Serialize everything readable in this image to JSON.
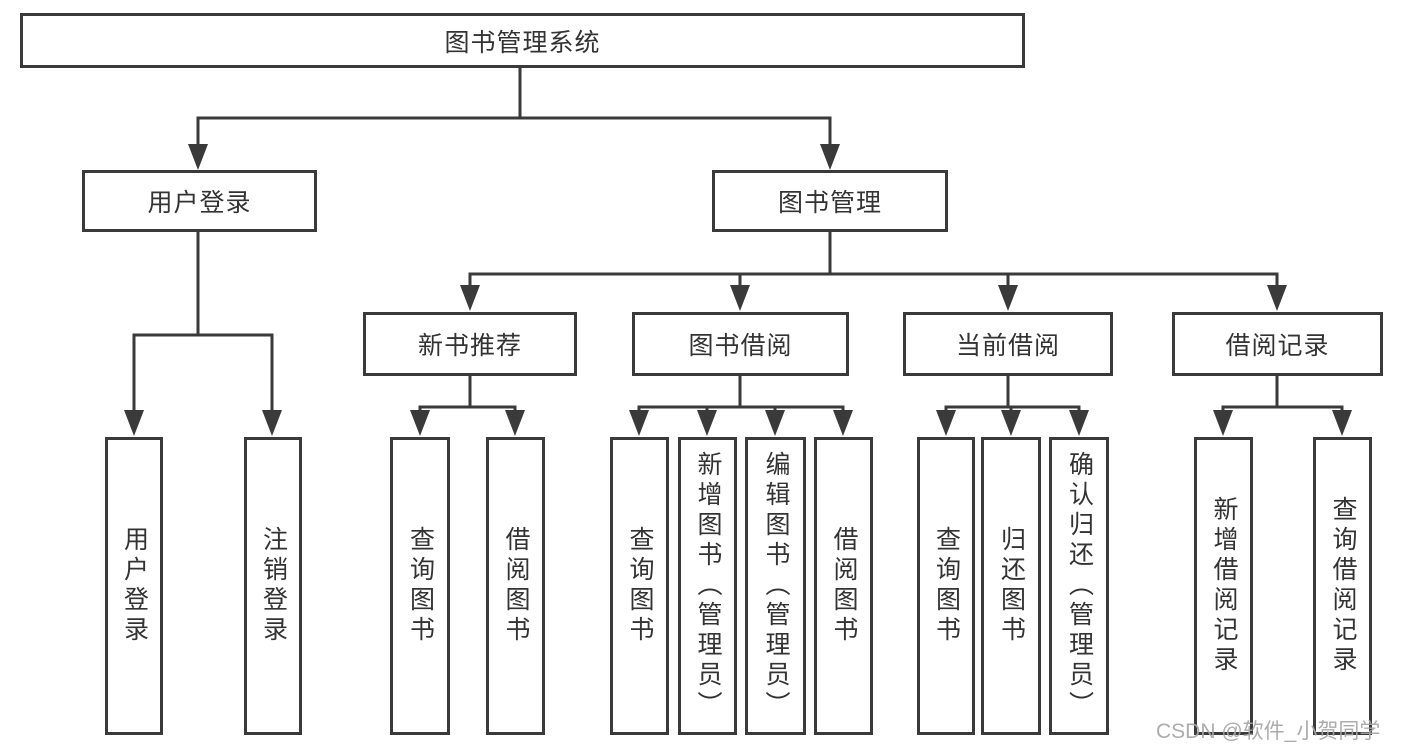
{
  "colors": {
    "line": "#3a3a3a",
    "text": "#333333",
    "watermark": "#a6a6a6",
    "background": "#ffffff"
  },
  "watermark": "CSDN @软件_小贺同学",
  "tree": {
    "root": {
      "label": "图书管理系统",
      "children": [
        {
          "label": "用户登录",
          "children": [
            {
              "label": "用户登录"
            },
            {
              "label": "注销登录"
            }
          ]
        },
        {
          "label": "图书管理",
          "children": [
            {
              "label": "新书推荐",
              "children": [
                {
                  "label": "查询图书"
                },
                {
                  "label": "借阅图书"
                }
              ]
            },
            {
              "label": "图书借阅",
              "children": [
                {
                  "label": "查询图书"
                },
                {
                  "label": "新增图书（管理员）"
                },
                {
                  "label": "编辑图书（管理员）"
                },
                {
                  "label": "借阅图书"
                }
              ]
            },
            {
              "label": "当前借阅",
              "children": [
                {
                  "label": "查询图书"
                },
                {
                  "label": "归还图书"
                },
                {
                  "label": "确认归还（管理员）"
                }
              ]
            },
            {
              "label": "借阅记录",
              "children": [
                {
                  "label": "新增借阅记录"
                },
                {
                  "label": "查询借阅记录"
                }
              ]
            }
          ]
        }
      ]
    }
  }
}
